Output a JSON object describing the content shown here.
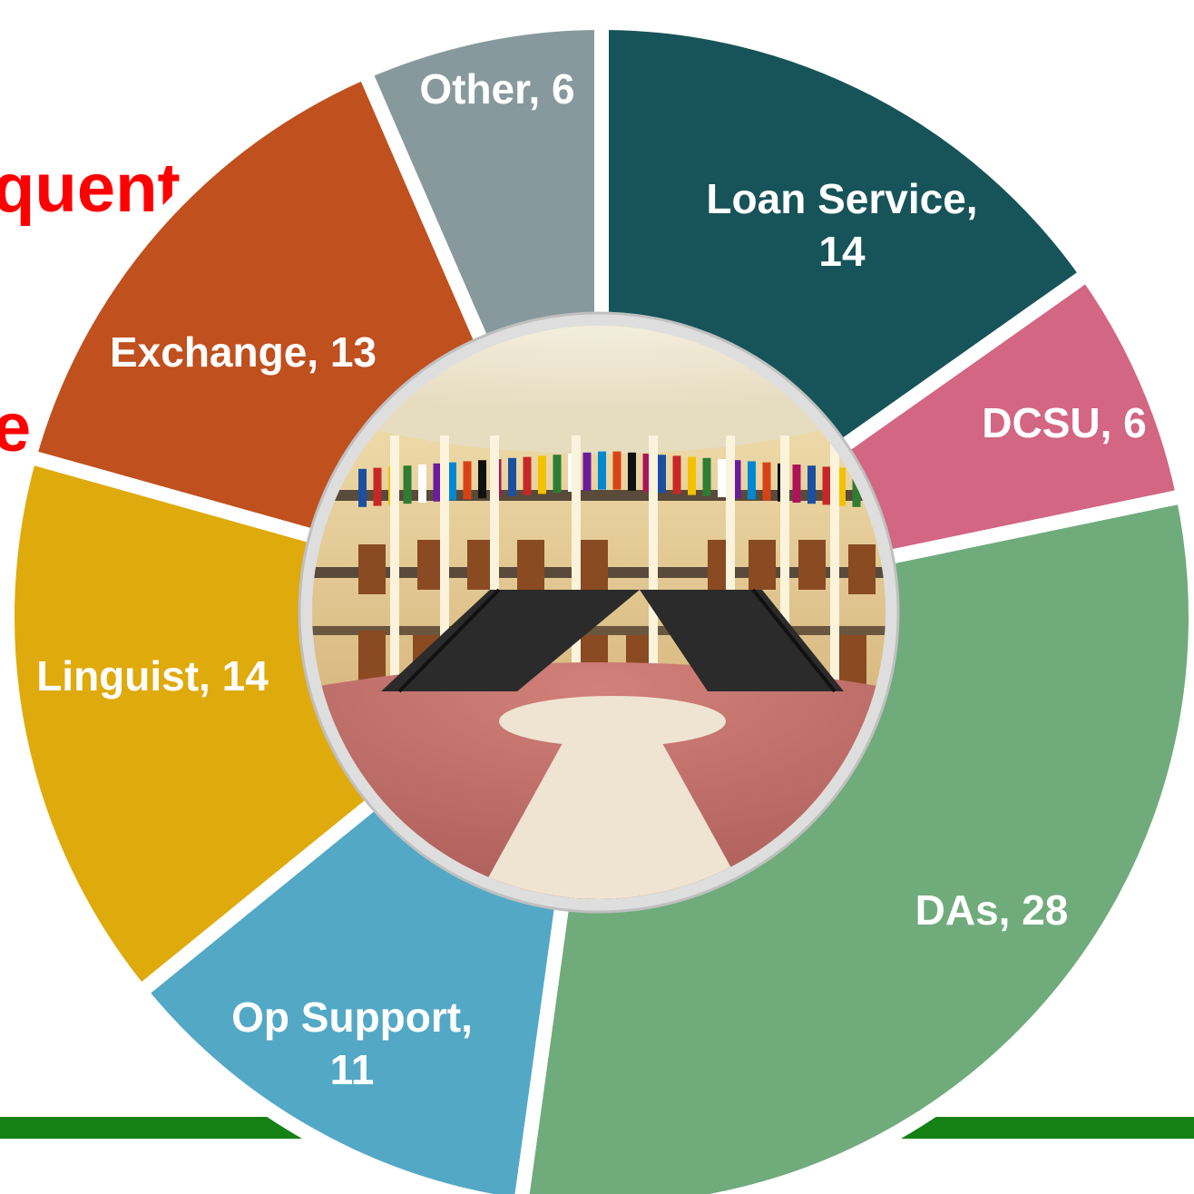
{
  "title_lines": [
    "quent",
    "es"
  ],
  "chart_data": {
    "type": "pie",
    "style": "donut",
    "title": "",
    "center_image": "photo-rotunda-hall-with-flags-and-staircase",
    "slices": [
      {
        "label": "Loan Service",
        "value": 14,
        "color": "#175459",
        "text": [
          "Loan Service,",
          "14"
        ]
      },
      {
        "label": "DCSU",
        "value": 6,
        "color": "#d26683",
        "text": [
          "DCSU, 6"
        ]
      },
      {
        "label": "DAs",
        "value": 28,
        "color": "#70ab7c",
        "text": [
          "DAs, 28"
        ]
      },
      {
        "label": "Op Support",
        "value": 11,
        "color": "#53a9c5",
        "text": [
          "Op Support,",
          "11"
        ]
      },
      {
        "label": "Linguist",
        "value": 14,
        "color": "#dfaa0c",
        "text": [
          "Linguist, 14"
        ]
      },
      {
        "label": "Exchange",
        "value": 13,
        "color": "#c0501e",
        "text": [
          "Exchange, 13"
        ]
      },
      {
        "label": "Other",
        "value": 6,
        "color": "#87999c",
        "text": [
          "Other, 6"
        ]
      }
    ],
    "colors": {
      "title": "#ff0000",
      "accent_bar": "#138113",
      "separator": "#ffffff",
      "frame": "#dcdcdc"
    }
  }
}
